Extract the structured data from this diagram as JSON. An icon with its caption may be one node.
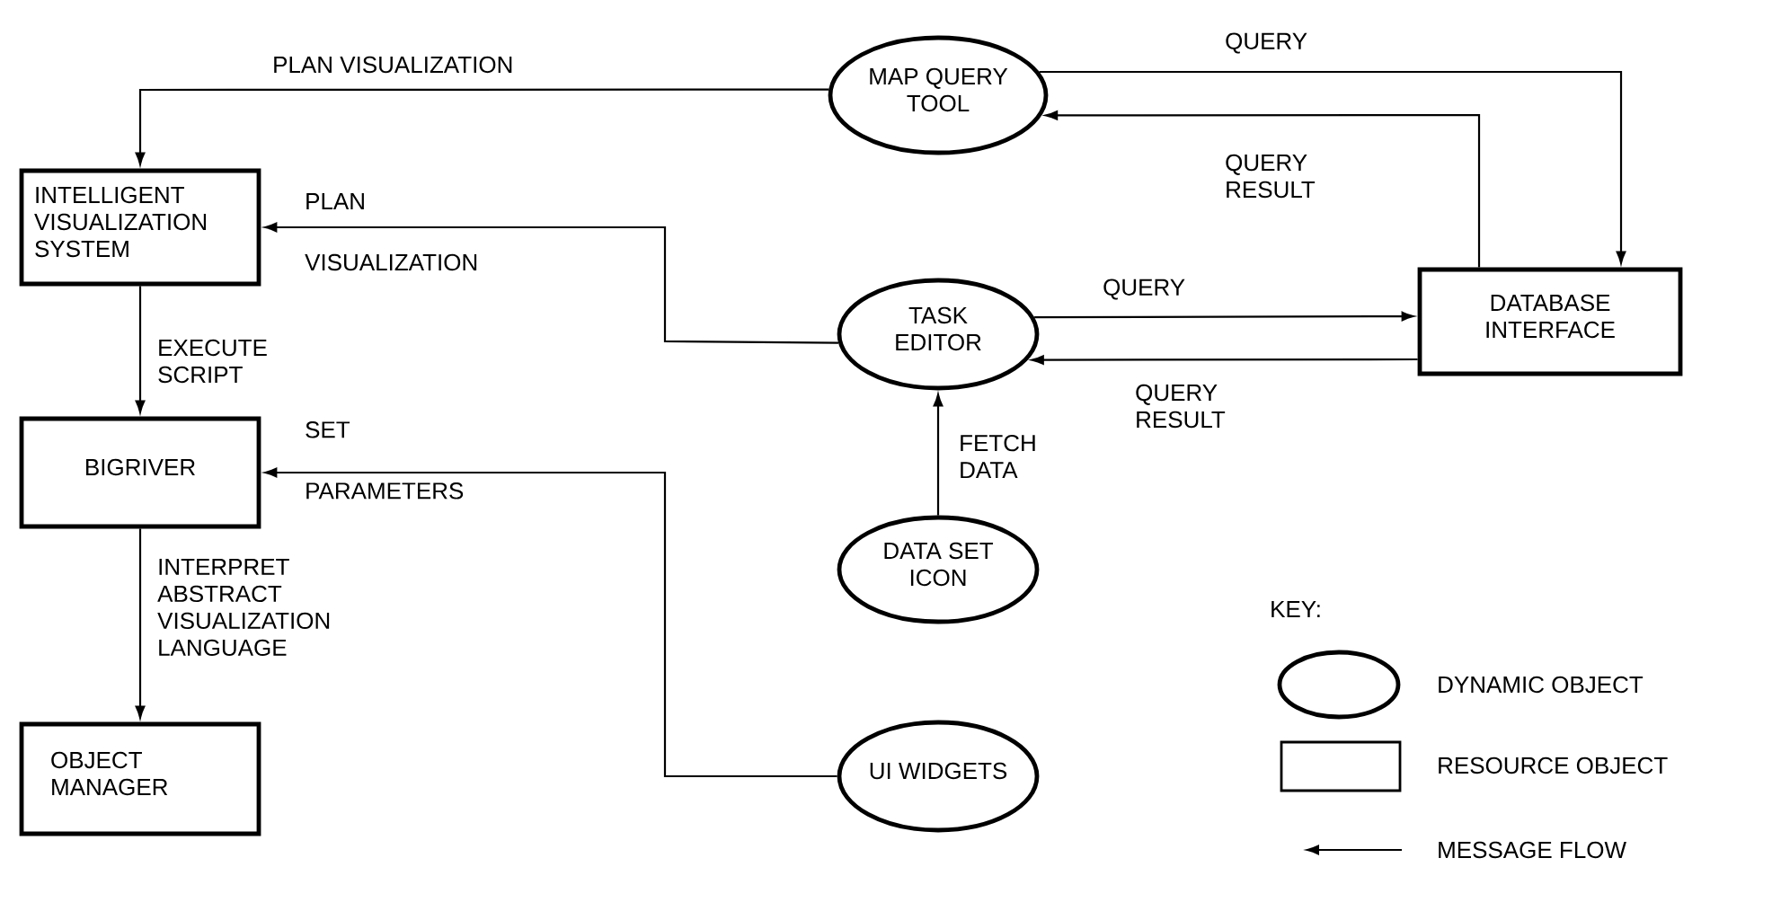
{
  "diagram": {
    "nodes": [
      {
        "text": [
          "MAP QUERY TOOL"
        ]
      },
      {
        "text": [
          "INTELLIGENT VISUALIZATION SYSTEM"
        ]
      },
      {
        "text": [
          "TASK EDITOR"
        ]
      },
      {
        "text": [
          "DATABASE INTERFACE"
        ]
      },
      {
        "text": [
          "BIGRIVER"
        ]
      },
      {
        "text": [
          "DATA SET ICON"
        ]
      },
      {
        "text": [
          "OBJECT MANAGER"
        ]
      },
      {
        "text": [
          "UI WIDGETS"
        ]
      }
    ],
    "edges": [
      {
        "from": 0,
        "to": 1,
        "arrow": "to",
        "label": "PLAN VISUALIZATION"
      },
      {
        "from": 0,
        "to": 3,
        "arrow": "to",
        "label": "QUERY"
      },
      {
        "from": 3,
        "to": 0,
        "arrow": "to",
        "label": "QUERY RESULT"
      },
      {
        "from": 2,
        "to": 1,
        "arrow": "to",
        "label": "PLAN VISUALIZATION"
      },
      {
        "from": 2,
        "to": 3,
        "arrow": "to",
        "label": "QUERY"
      },
      {
        "from": 3,
        "to": 2,
        "arrow": "to",
        "label": "QUERY RESULT"
      },
      {
        "from": 1,
        "to": 4,
        "arrow": "to",
        "label": "EXECUTE SCRIPT"
      },
      {
        "from": 5,
        "to": 2,
        "arrow": "to",
        "label": "FETCH DATA"
      },
      {
        "from": 7,
        "to": 4,
        "arrow": "to",
        "label": "SET PARAMETERS"
      },
      {
        "from": 4,
        "to": 6,
        "arrow": "to",
        "label": "INTERPRET ABSTRACT VISUALIZATION LANGUAGE"
      }
    ],
    "labels": [
      "KEY:"
    ],
    "legend": [
      {
        "text": "DYNAMIC OBJECT"
      },
      {
        "text": "RESOURCE OBJECT"
      },
      {
        "text": "MESSAGE FLOW"
      }
    ]
  }
}
